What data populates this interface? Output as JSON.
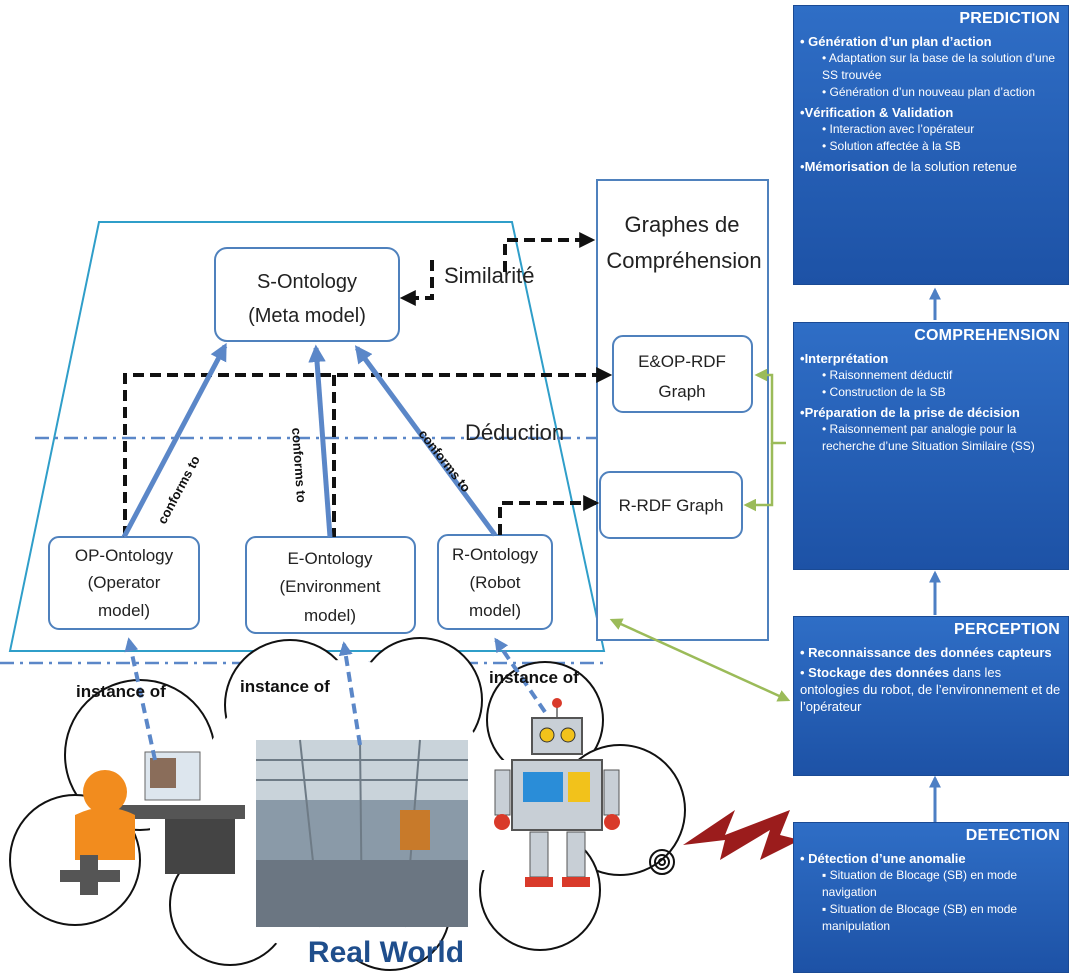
{
  "left": {
    "s_ontology": [
      "S-Ontology",
      "(Meta model)"
    ],
    "op_ontology": [
      "OP-Ontology",
      "(Operator",
      "model)"
    ],
    "e_ontology": [
      "E-Ontology",
      "(Environment",
      "model)"
    ],
    "r_ontology": [
      "R-Ontology",
      "(Robot",
      "model)"
    ],
    "graphes_title": [
      "Graphes de",
      "Compréhension"
    ],
    "eop_graph": [
      "E&OP-RDF",
      "Graph"
    ],
    "r_graph": "R-RDF Graph",
    "similarite": "Similarité",
    "deduction": "Déduction",
    "conforms_to": "conforms to",
    "instance_of": "instance of",
    "real_world": "Real World"
  },
  "panels": {
    "prediction": {
      "title": "PREDICTION",
      "i1": "Génération d’un plan d’action",
      "i1a": "Adaptation sur la base de la solution d’une SS trouvée",
      "i1b": "Génération d’un nouveau plan d’action",
      "i2": "Vérification & Validation",
      "i2a": "Interaction avec l’opérateur",
      "i2b": "Solution affectée à la SB",
      "i3_bold": "Mémorisation",
      "i3_rest": " de la solution retenue"
    },
    "comprehension": {
      "title": "COMPREHENSION",
      "i1": "Interprétation",
      "i1a": "Raisonnement déductif",
      "i1b": "Construction de la SB",
      "i2": "Préparation de la prise de décision",
      "i2a": "Raisonnement par analogie pour la recherche d’une Situation Similaire (SS)"
    },
    "perception": {
      "title": "PERCEPTION",
      "i1": "Reconnaissance des données capteurs",
      "i2_bold": "Stockage des données",
      "i2_rest": " dans les ontologies du robot, de l’environnement et de l’opérateur"
    },
    "detection": {
      "title": "DETECTION",
      "i1": "Détection d’une anomalie",
      "i1a": "Situation de Blocage (SB) en mode navigation",
      "i1b": "Situation de Blocage (SB) en mode manipulation"
    }
  },
  "colors": {
    "panel_blue": "#2a63b8",
    "box_border": "#4f81bd",
    "trapezoid": "#2f9ec9",
    "arrow_blue": "#5b87c8",
    "green_link": "#9bbb59",
    "real_world": "#1f4e8c"
  }
}
